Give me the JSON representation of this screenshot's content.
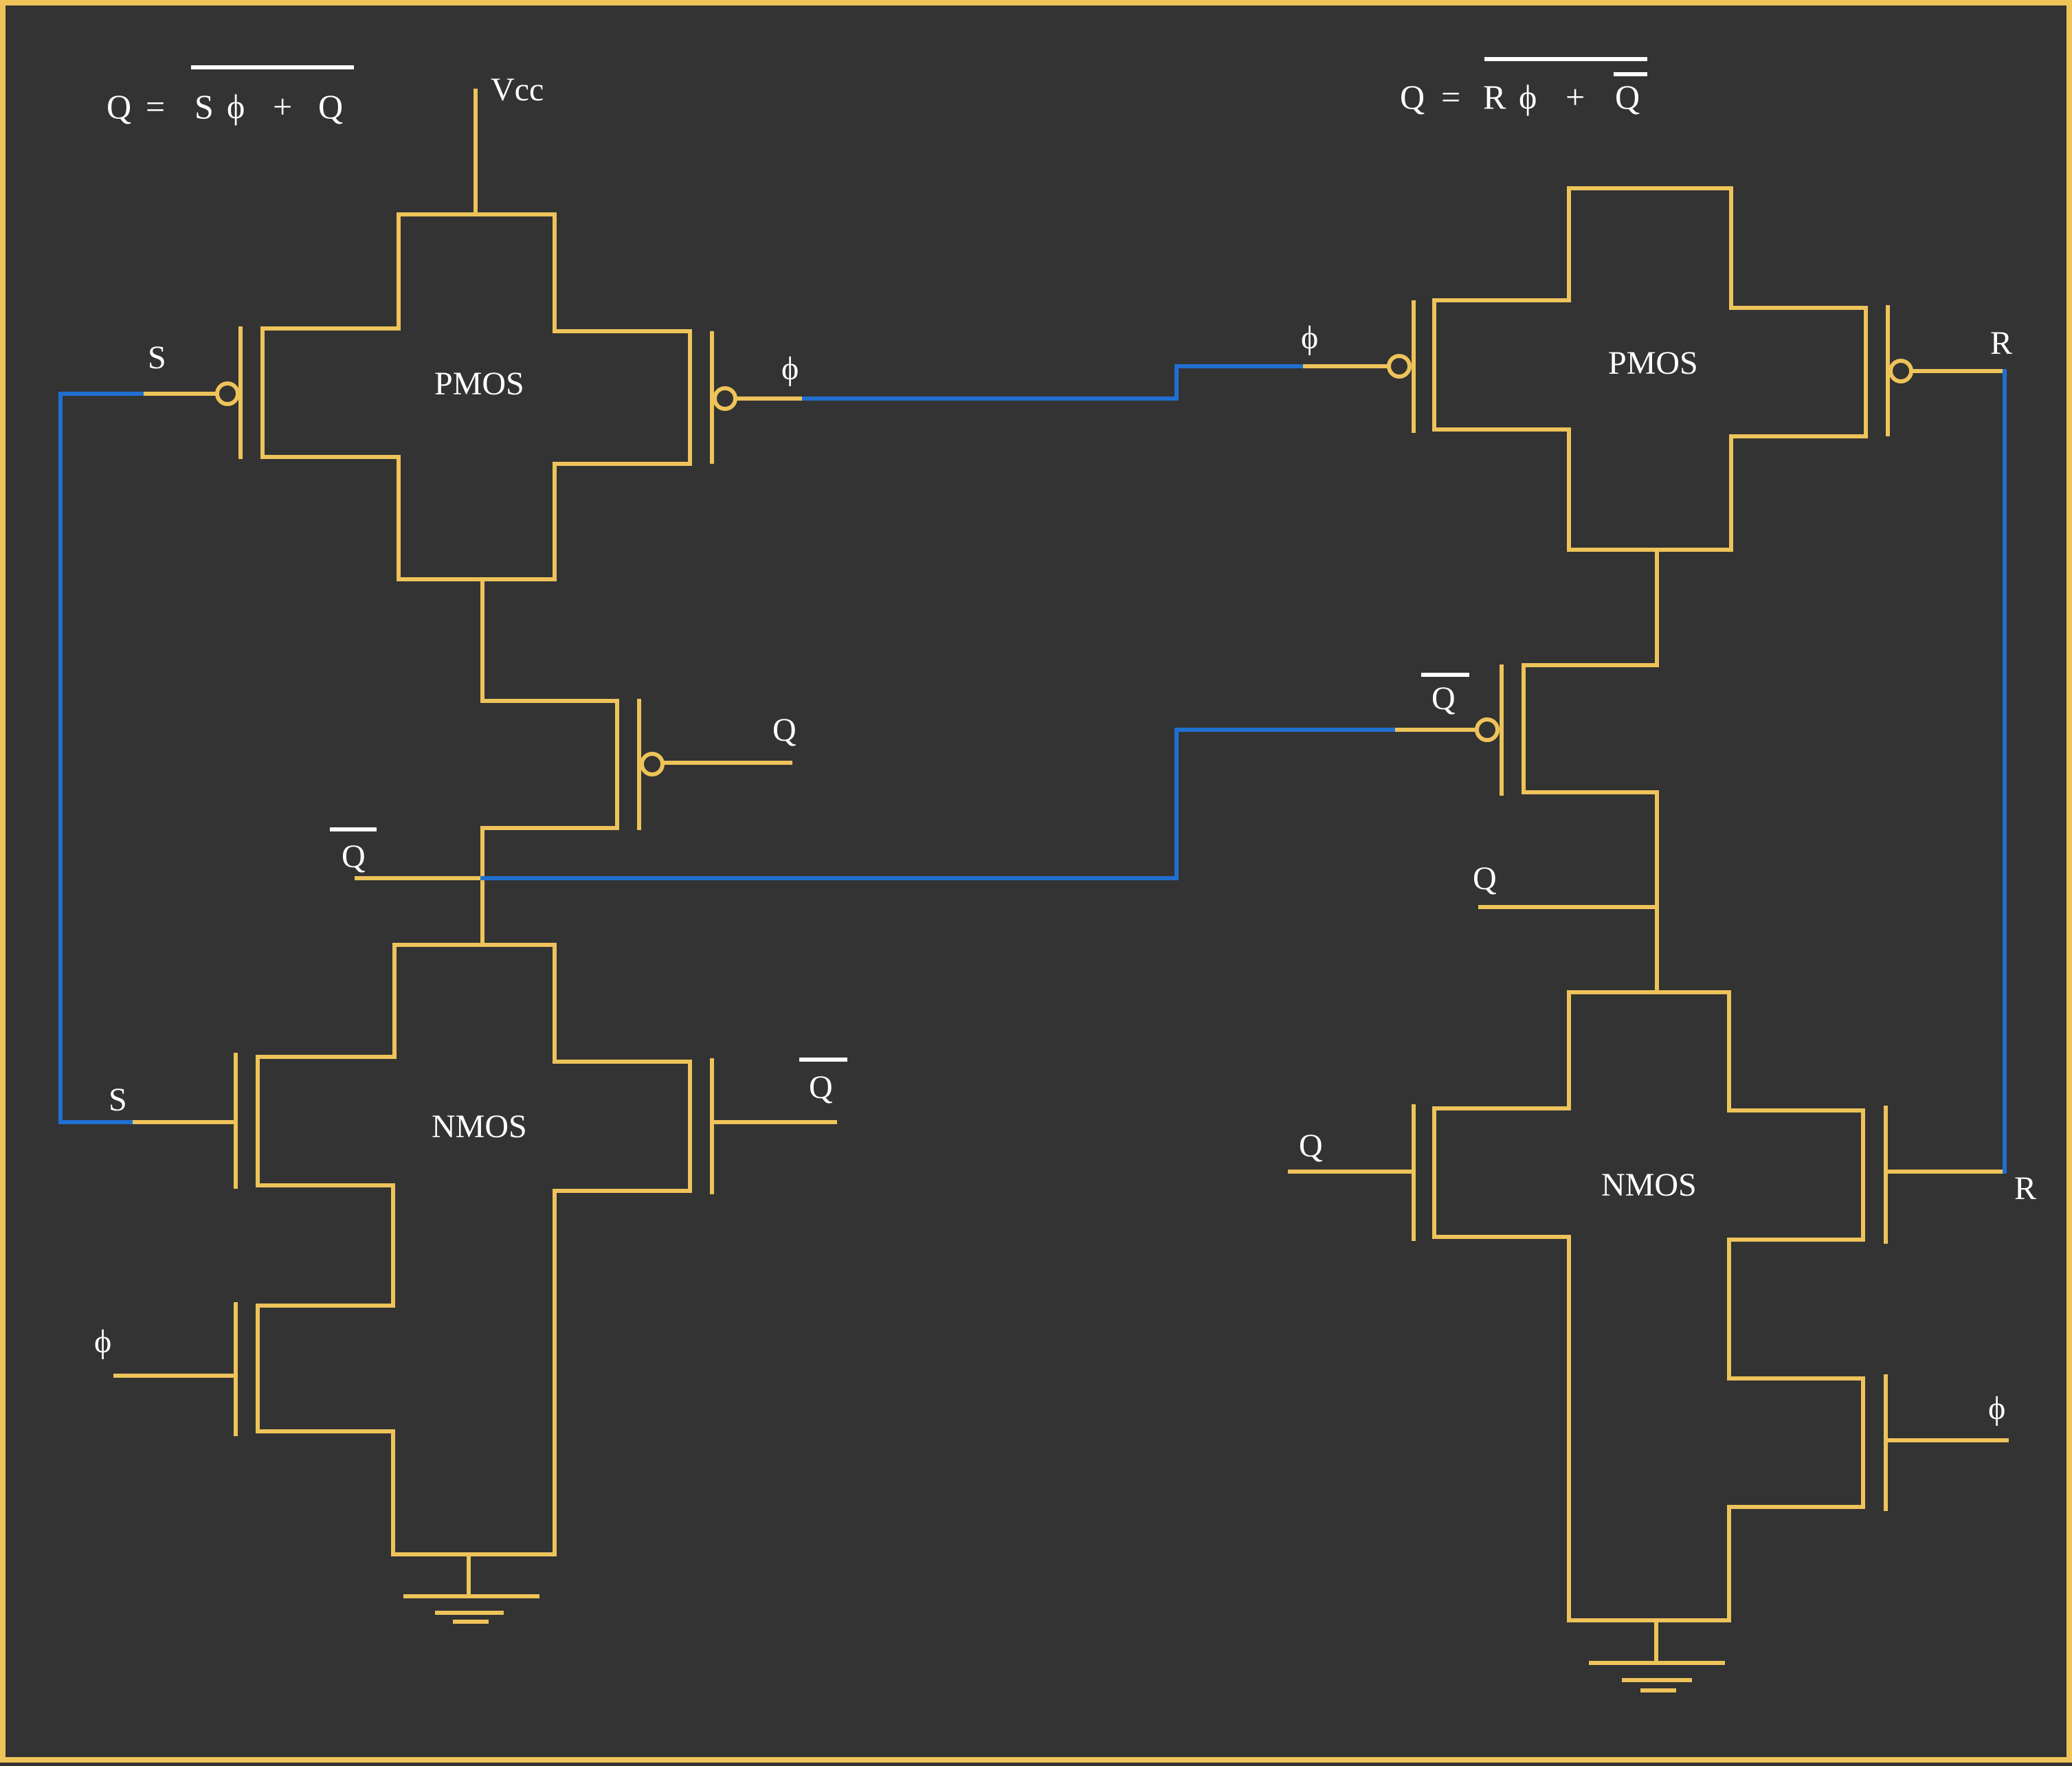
{
  "frame": {
    "border_color": "#eec35a",
    "background": "#333333",
    "wire_color": "#eec35a",
    "link_color": "#1f6fd1"
  },
  "left": {
    "equation": {
      "lhs": "Q",
      "eq": "=",
      "t1": "S",
      "t2": "ϕ",
      "plus": "+",
      "t3": "Q"
    },
    "vcc": "Vcc",
    "pmos_label": "PMOS",
    "nmos_label": "NMOS",
    "pmos_in_s": "S",
    "pmos_in_phi": "ϕ",
    "pmos_series_q": "Q",
    "output_qbar": "Q",
    "nmos_in_s": "S",
    "nmos_in_qbar": "Q",
    "nmos_in_phi": "ϕ"
  },
  "right": {
    "equation": {
      "lhs": "Q",
      "eq": "=",
      "t1": "R",
      "t2": "ϕ",
      "plus": "+",
      "t3": "Q"
    },
    "pmos_label": "PMOS",
    "nmos_label": "NMOS",
    "pmos_in_phi": "ϕ",
    "pmos_in_r": "R",
    "pmos_series_qbar": "Q",
    "output_q": "Q",
    "nmos_in_q": "Q",
    "nmos_in_r": "R",
    "nmos_in_phi": "ϕ"
  }
}
